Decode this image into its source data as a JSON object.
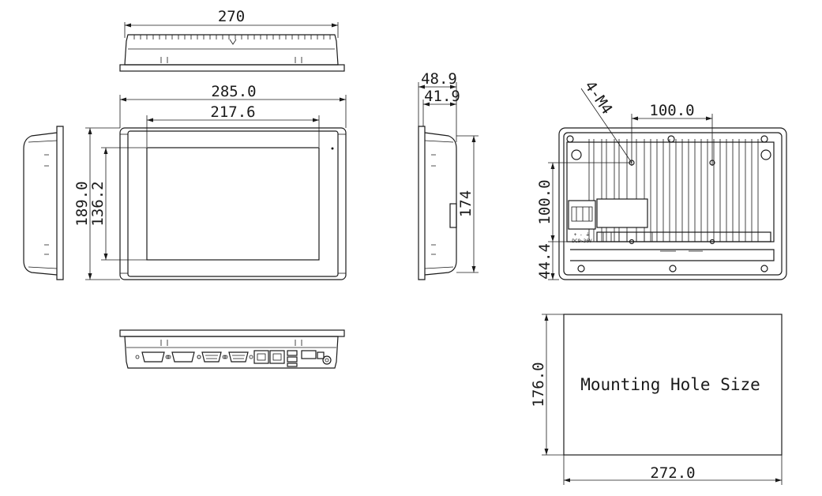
{
  "top_view": {
    "width_label": "270"
  },
  "front_view": {
    "overall_width_label": "285.0",
    "screen_width_label": "217.6",
    "overall_height_label": "189.0",
    "screen_height_label": "136.2"
  },
  "side_view": {
    "depth_label": "48.9",
    "body_depth_label": "41.9",
    "height_label": "174"
  },
  "rear_view": {
    "screw_label": "4-M4",
    "hole_spacing_h_label": "100.0",
    "hole_spacing_v_label": "100.0",
    "bottom_offset_label": "44.4",
    "power_label_1": "+  -  ⏚",
    "power_label_2": "DC9~36V"
  },
  "cutout": {
    "title": "Mounting Hole Size",
    "height_label": "176.0",
    "width_label": "272.0"
  }
}
